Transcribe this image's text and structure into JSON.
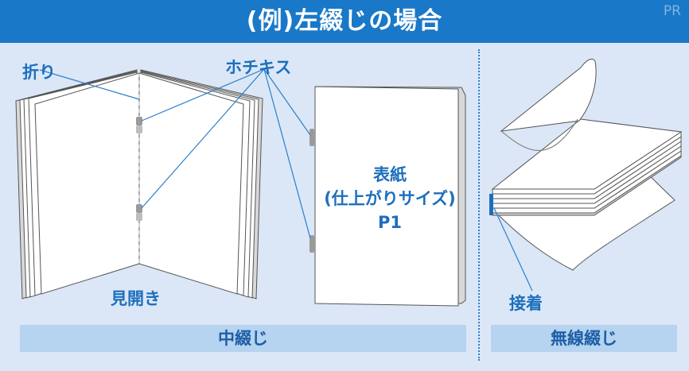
{
  "header": {
    "title": "(例)左綴じの場合",
    "badge": "PR"
  },
  "saddle_stitch": {
    "fold_label": "折り",
    "staple_label": "ホチキス",
    "spread_label": "見開き",
    "cover_lines": [
      "表紙",
      "(仕上がりサイズ)",
      "P1"
    ],
    "section_label": "中綴じ"
  },
  "perfect_binding": {
    "glue_label": "接着",
    "section_label": "無線綴じ"
  },
  "colors": {
    "header_bg": "#1a78c8",
    "panel_bg": "#dbe7f7",
    "accent_text": "#1d6fbd",
    "section_bar": "#b6d3ef",
    "line": "#2a7fcb"
  }
}
